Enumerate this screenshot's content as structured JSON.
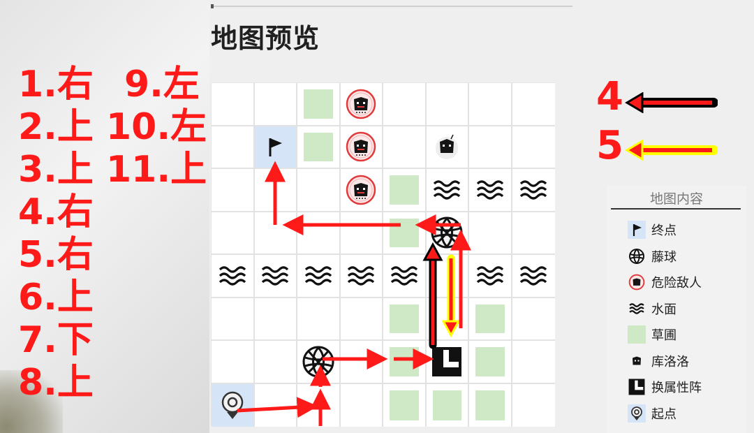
{
  "title": "地图预览",
  "instructions": [
    {
      "text": "1.右"
    },
    {
      "text": "2.上"
    },
    {
      "text": "3.上"
    },
    {
      "text": "4.右"
    },
    {
      "text": "5.右"
    },
    {
      "text": "6.上"
    },
    {
      "text": "7.下"
    },
    {
      "text": "8.上"
    },
    {
      "text": "9.左"
    },
    {
      "text": "10.左"
    },
    {
      "text": "11.上"
    }
  ],
  "arrow_legend": [
    {
      "label": "4",
      "color": "#000000"
    },
    {
      "label": "5",
      "color": "#ffff00"
    }
  ],
  "legend": {
    "title": "地图内容",
    "items": [
      {
        "label": "终点",
        "icon": "goal-flag-icon"
      },
      {
        "label": "藤球",
        "icon": "rattan-ball-icon"
      },
      {
        "label": "危险敌人",
        "icon": "danger-enemy-icon"
      },
      {
        "label": "水面",
        "icon": "water-icon"
      },
      {
        "label": "草圃",
        "icon": "grass-icon"
      },
      {
        "label": "库洛洛",
        "icon": "kuroro-icon"
      },
      {
        "label": "换属性阵",
        "icon": "attribute-swap-icon"
      },
      {
        "label": "起点",
        "icon": "start-point-icon"
      }
    ]
  },
  "colors": {
    "instruction_text": "#ff1a1a",
    "path_arrow": "#ff1a1a",
    "grass": "#cfe9c6",
    "start_goal_tile": "#d5e4f6"
  },
  "map": {
    "rows": 8,
    "cols": 8,
    "grid": [
      [
        "",
        "",
        "grass",
        "enemy",
        "",
        "",
        "",
        ""
      ],
      [
        "",
        "goal",
        "grass",
        "enemy",
        "",
        "kuroro",
        "",
        ""
      ],
      [
        "",
        "",
        "",
        "enemy",
        "grass",
        "water",
        "water",
        "water"
      ],
      [
        "",
        "",
        "",
        "",
        "grass",
        "ball",
        "",
        ""
      ],
      [
        "water",
        "water",
        "water",
        "water",
        "water",
        "",
        "water",
        "water"
      ],
      [
        "",
        "",
        "",
        "",
        "grass",
        "",
        "grass",
        ""
      ],
      [
        "",
        "",
        "ball",
        "",
        "grass",
        "swap",
        "grass",
        ""
      ],
      [
        "start",
        "",
        "",
        "",
        "grass",
        "grass",
        "grass",
        ""
      ]
    ]
  }
}
